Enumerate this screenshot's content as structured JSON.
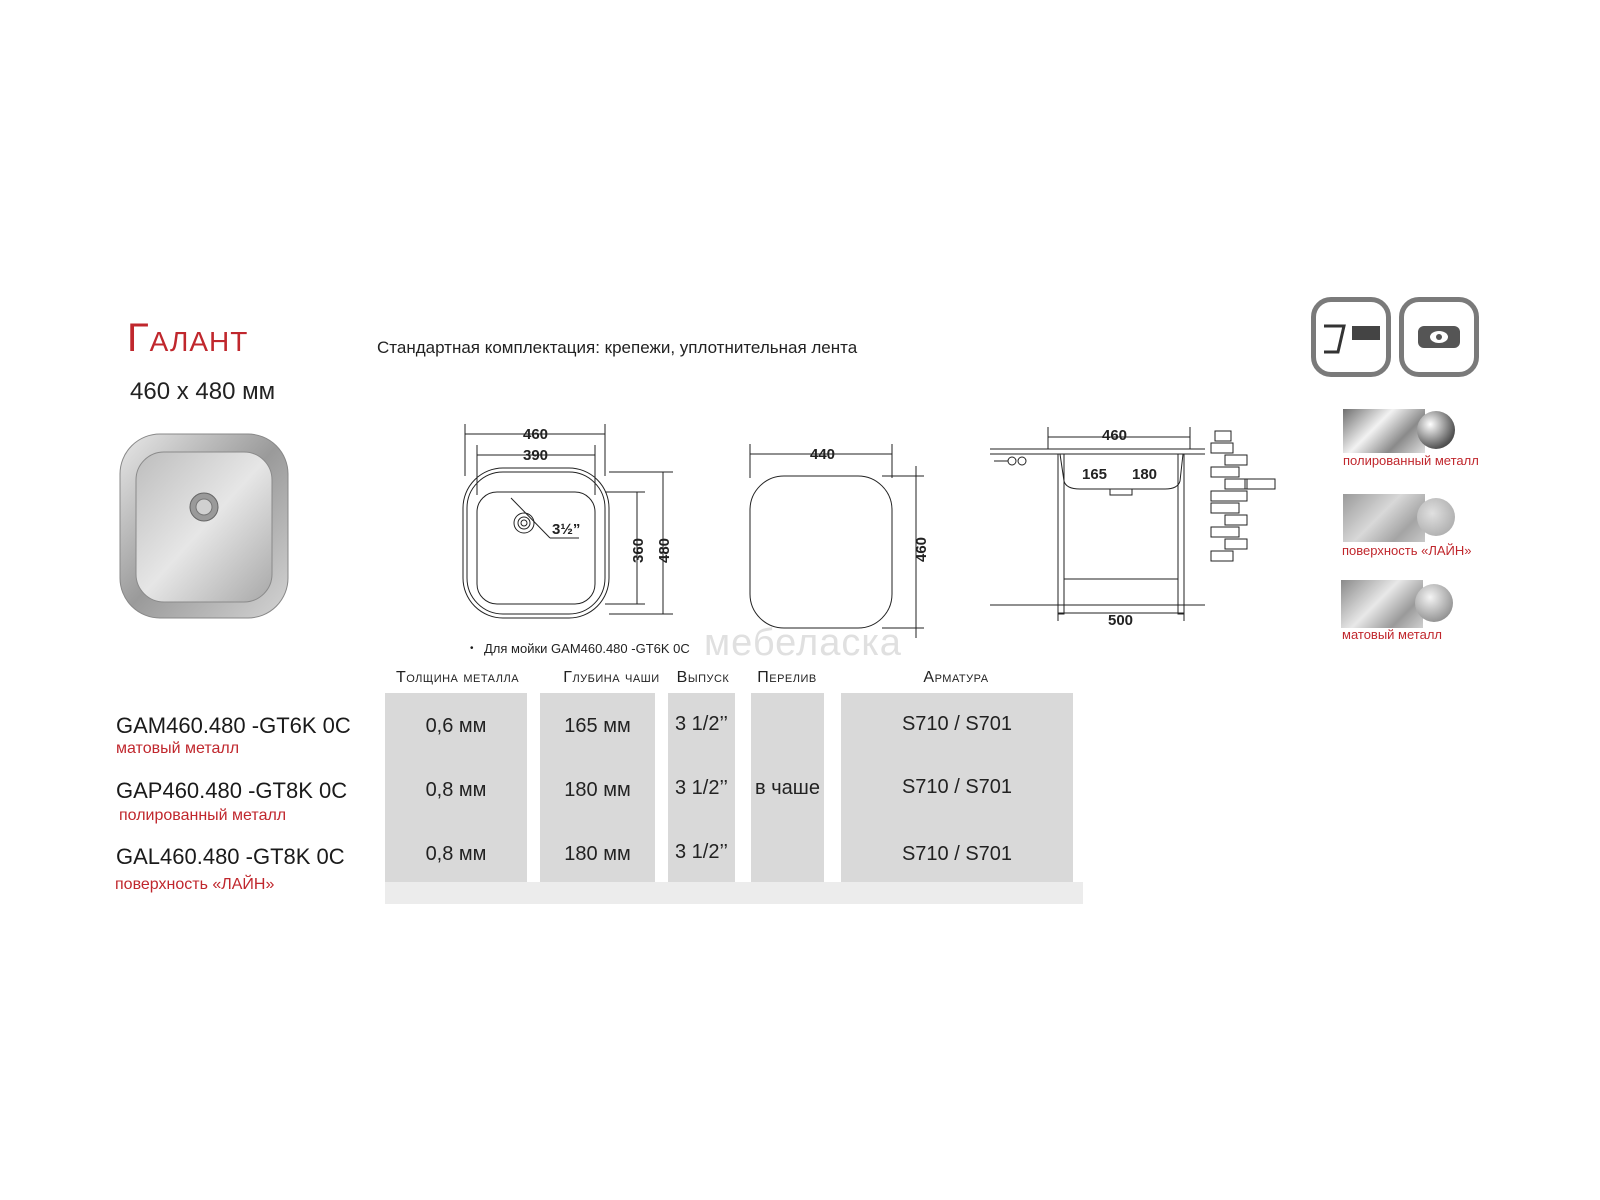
{
  "header": {
    "title": "Галант",
    "size": "460 x 480 мм",
    "standard_kit": "Стандартная комплектация: крепежи, уплотнительная лента"
  },
  "diagrams": {
    "top_view": {
      "outer_width": "460",
      "inner_width": "390",
      "inner_height": "360",
      "outer_height": "480",
      "drain": "3½”"
    },
    "cutout": {
      "width": "440",
      "height": "460"
    },
    "side_view": {
      "width": "460",
      "depth1": "165",
      "depth2": "180",
      "cabinet": "500"
    },
    "note": "Для мойки GAM460.480 -GT6K 0C"
  },
  "watermark": "мебеласка",
  "icons": [
    "inset-mount-icon",
    "round-bowl-icon"
  ],
  "swatches": [
    {
      "label": "полированный металл"
    },
    {
      "label": "поверхность «ЛАЙН»"
    },
    {
      "label": "матовый металл"
    }
  ],
  "table": {
    "headers": [
      "Толщина металла",
      "Глубина чаши",
      "Выпуск",
      "Перелив",
      "Арматура"
    ],
    "overflow": "в чаше",
    "rows": [
      {
        "model": "GAM460.480 -GT6K 0C",
        "finish": "матовый металл",
        "thickness": "0,6 мм",
        "depth": "165 мм",
        "outlet": "3 1/2’’",
        "fittings": "S710 / S701"
      },
      {
        "model": "GAP460.480 -GT8K 0C",
        "finish": "полированный металл",
        "thickness": "0,8 мм",
        "depth": "180 мм",
        "outlet": "3 1/2’’",
        "fittings": "S710 / S701"
      },
      {
        "model": "GAL460.480 -GT8K 0C",
        "finish": "поверхность «ЛАЙН»",
        "thickness": "0,8 мм",
        "depth": "180 мм",
        "outlet": "3 1/2’’",
        "fittings": "S710 / S701"
      }
    ]
  },
  "colors": {
    "accent": "#c0272d",
    "cell_bg": "#d9d9d9",
    "icon_border": "#7a7a7a"
  }
}
